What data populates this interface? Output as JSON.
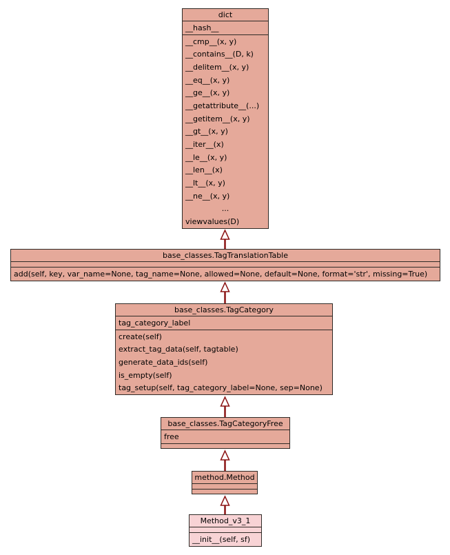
{
  "diagram": {
    "type": "uml-class-inheritance",
    "background": "#ffffff",
    "colors": {
      "box_fill": "#e5a99a",
      "box_fill_light": "#f8d3d5",
      "box_border": "#2e2a26",
      "arrow": "#8b1313",
      "arrowhead_fill": "#ffffff",
      "text": "#000000"
    },
    "classes": [
      {
        "id": "dict",
        "title": "dict",
        "attributes": [
          "__hash__"
        ],
        "methods": [
          "__cmp__(x, y)",
          "__contains__(D, k)",
          "__delitem__(x, y)",
          "__eq__(x, y)",
          "__ge__(x, y)",
          "__getattribute__(...)",
          "__getitem__(x, y)",
          "__gt__(x, y)",
          "__iter__(x)",
          "__le__(x, y)",
          "__len__(x)",
          "__lt__(x, y)",
          "__ne__(x, y)",
          "...",
          "viewvalues(D)"
        ]
      },
      {
        "id": "tag-translation-table",
        "title": "base_classes.TagTranslationTable",
        "attributes": [],
        "methods": [
          "add(self, key, var_name=None, tag_name=None, allowed=None, default=None, format='str', missing=True)"
        ]
      },
      {
        "id": "tag-category",
        "title": "base_classes.TagCategory",
        "attributes": [
          "tag_category_label"
        ],
        "methods": [
          "create(self)",
          "extract_tag_data(self, tagtable)",
          "generate_data_ids(self)",
          "is_empty(self)",
          "tag_setup(self, tag_category_label=None, sep=None)"
        ]
      },
      {
        "id": "tag-category-free",
        "title": "base_classes.TagCategoryFree",
        "attributes": [
          "free"
        ],
        "methods": []
      },
      {
        "id": "method-method",
        "title": "method.Method",
        "attributes": [],
        "methods": []
      },
      {
        "id": "method-v3-1",
        "title": "Method_v3_1",
        "attributes": [],
        "methods": [
          "__init__(self, sf)"
        ]
      }
    ],
    "relations": [
      {
        "child": "base_classes.TagTranslationTable",
        "parent": "dict",
        "type": "inheritance"
      },
      {
        "child": "base_classes.TagCategory",
        "parent": "base_classes.TagTranslationTable",
        "type": "inheritance"
      },
      {
        "child": "base_classes.TagCategoryFree",
        "parent": "base_classes.TagCategory",
        "type": "inheritance"
      },
      {
        "child": "method.Method",
        "parent": "base_classes.TagCategoryFree",
        "type": "inheritance"
      },
      {
        "child": "Method_v3_1",
        "parent": "method.Method",
        "type": "inheritance"
      }
    ]
  }
}
